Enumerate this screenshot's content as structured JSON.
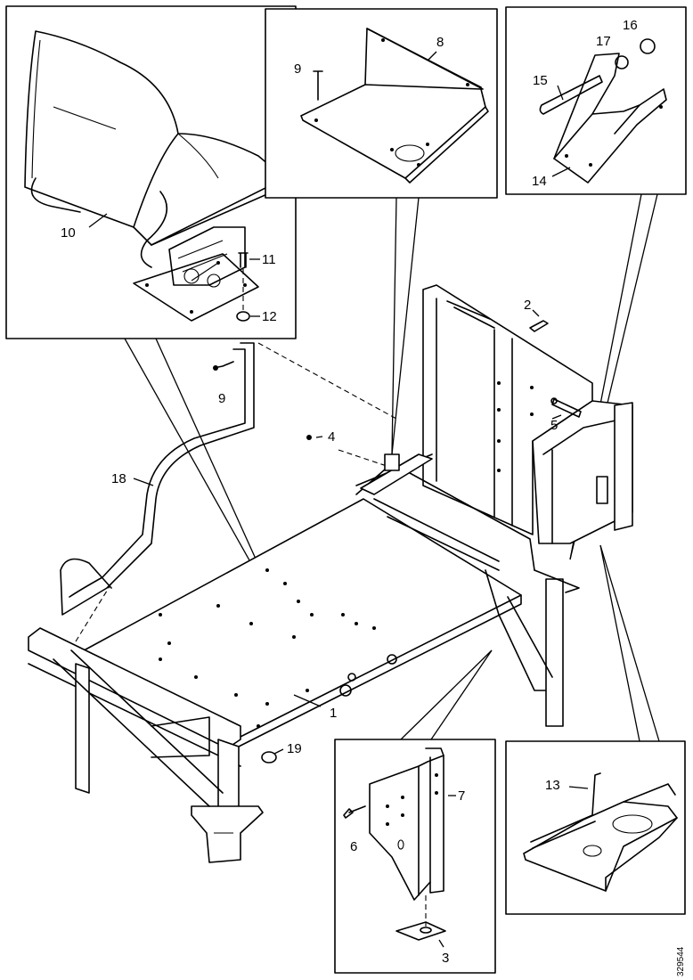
{
  "callouts": {
    "c1": "1",
    "c2": "2",
    "c3": "3",
    "c4": "4",
    "c5": "5",
    "c6": "6",
    "c7": "7",
    "c8": "8",
    "c9a": "9",
    "c9b": "9",
    "c10": "10",
    "c11": "11",
    "c12": "12",
    "c13": "13",
    "c14": "14",
    "c15": "15",
    "c16": "16",
    "c17": "17",
    "c18": "18",
    "c19": "19"
  },
  "document_id": "329544"
}
